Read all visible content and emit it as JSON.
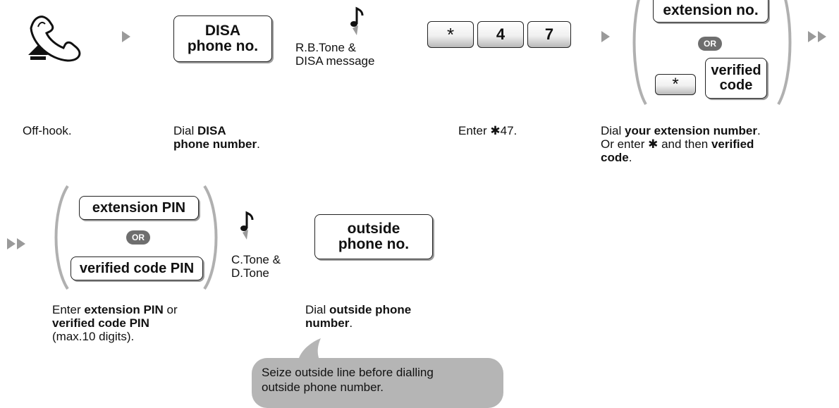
{
  "row1": {
    "step1_caption": "Off-hook.",
    "disa_box": [
      "DISA",
      "phone no."
    ],
    "step2_caption_a": "Dial ",
    "step2_caption_b": "DISA",
    "step2_caption_c": "phone number",
    "step2_caption_d": ".",
    "tone1": [
      "R.B.Tone &",
      "DISA message"
    ],
    "keys": [
      "*",
      "4",
      "7"
    ],
    "step3_caption_a": "Enter ",
    "step3_caption_star": "✱",
    "step3_caption_b": "47.",
    "ext_box": "extension no.",
    "verified_box": [
      "verified",
      "code"
    ],
    "or_label": "OR",
    "step4_caption_1a": "Dial ",
    "step4_caption_1b": "your extension number",
    "step4_caption_1c": ".",
    "step4_caption_2a": "Or enter ",
    "step4_caption_2star": "✱",
    "step4_caption_2b": " and then ",
    "step4_caption_2c": "verified",
    "step4_caption_3a": "code",
    "step4_caption_3b": "."
  },
  "row2": {
    "ext_pin_box": "extension PIN",
    "vc_pin_box": "verified code PIN",
    "or_label": "OR",
    "tone2": [
      "C.Tone &",
      "D.Tone"
    ],
    "outside_box": [
      "outside",
      "phone no."
    ],
    "pin_caption_1a": "Enter ",
    "pin_caption_1b": "extension PIN",
    "pin_caption_1c": " or",
    "pin_caption_2": "verified code PIN",
    "pin_caption_3": "(max.10 digits).",
    "outside_caption_1a": "Dial ",
    "outside_caption_1b": "outside phone",
    "outside_caption_2a": "number",
    "outside_caption_2b": ".",
    "bubble": [
      "Seize outside line before dialling",
      "outside phone number."
    ]
  }
}
